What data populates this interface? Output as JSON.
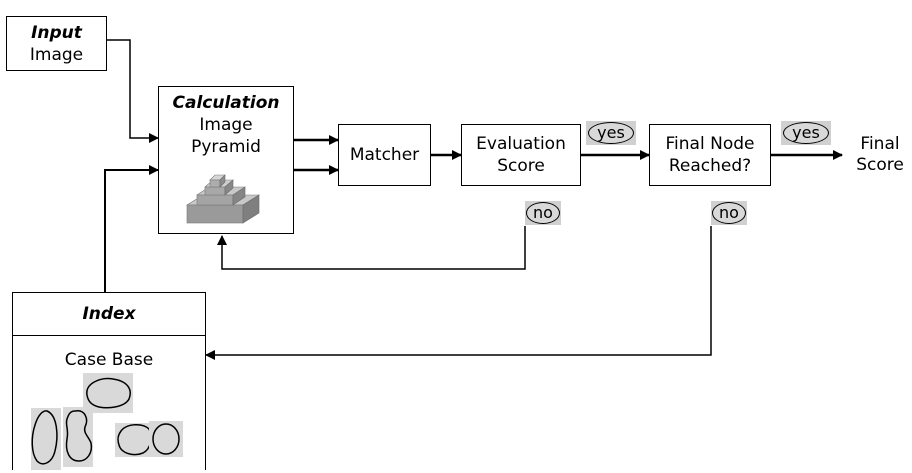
{
  "input_box": {
    "title": "Input",
    "subtitle": "Image"
  },
  "calc_box": {
    "title": "Calculation",
    "line1": "Image",
    "line2": "Pyramid"
  },
  "matcher_box": {
    "label": "Matcher"
  },
  "evaluation_box": {
    "line1": "Evaluation",
    "line2": "Score"
  },
  "final_node_box": {
    "line1": "Final Node",
    "line2": "Reached?"
  },
  "final_score": {
    "line1": "Final",
    "line2": "Score"
  },
  "index_box": {
    "title": "Index",
    "subtitle": "Case Base"
  },
  "labels": {
    "yes1": "yes",
    "yes2": "yes",
    "no1": "no",
    "no2": "no"
  },
  "colors": {
    "shape_fill": "#d9d9d9",
    "pyramid_fill": "#9a9a9a",
    "stroke": "#000000"
  }
}
